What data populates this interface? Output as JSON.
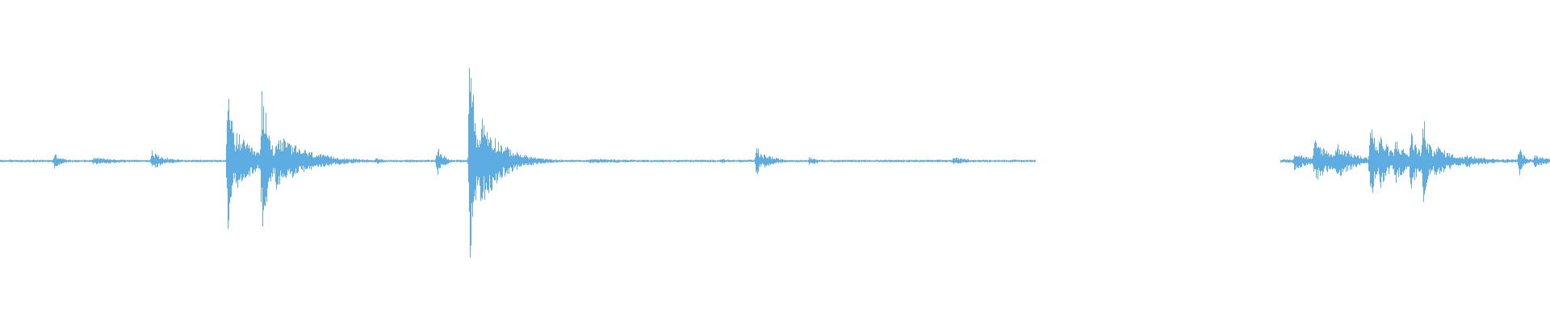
{
  "waveform": {
    "color": "#5dade2",
    "background": "#ffffff",
    "segments": [
      {
        "name": "audio-segment-1",
        "start": 0.0,
        "end": 0.668,
        "bursts": [
          {
            "t": 0.035,
            "amp": 0.05,
            "width": 0.005
          },
          {
            "t": 0.06,
            "amp": 0.025,
            "width": 0.02
          },
          {
            "t": 0.098,
            "amp": 0.07,
            "width": 0.006
          },
          {
            "t": 0.104,
            "amp": 0.03,
            "width": 0.01
          },
          {
            "t": 0.147,
            "amp": 0.48,
            "width": 0.004
          },
          {
            "t": 0.152,
            "amp": 0.2,
            "width": 0.012
          },
          {
            "t": 0.169,
            "amp": 0.55,
            "width": 0.004
          },
          {
            "t": 0.178,
            "amp": 0.18,
            "width": 0.02
          },
          {
            "t": 0.242,
            "amp": 0.02,
            "width": 0.008
          },
          {
            "t": 0.282,
            "amp": 0.1,
            "width": 0.004
          },
          {
            "t": 0.303,
            "amp": 0.9,
            "width": 0.003
          },
          {
            "t": 0.31,
            "amp": 0.3,
            "width": 0.014
          },
          {
            "t": 0.322,
            "amp": 0.06,
            "width": 0.02
          },
          {
            "t": 0.38,
            "amp": 0.015,
            "width": 0.05
          },
          {
            "t": 0.465,
            "amp": 0.02,
            "width": 0.004
          },
          {
            "t": 0.488,
            "amp": 0.11,
            "width": 0.003
          },
          {
            "t": 0.493,
            "amp": 0.05,
            "width": 0.008
          },
          {
            "t": 0.522,
            "amp": 0.03,
            "width": 0.006
          },
          {
            "t": 0.615,
            "amp": 0.025,
            "width": 0.012
          }
        ],
        "noise": 0.008
      },
      {
        "name": "audio-segment-2",
        "start": 0.826,
        "end": 1.0,
        "bursts": [
          {
            "t": 0.835,
            "amp": 0.06,
            "width": 0.01
          },
          {
            "t": 0.848,
            "amp": 0.14,
            "width": 0.012
          },
          {
            "t": 0.862,
            "amp": 0.12,
            "width": 0.012
          },
          {
            "t": 0.884,
            "amp": 0.3,
            "width": 0.004
          },
          {
            "t": 0.89,
            "amp": 0.18,
            "width": 0.008
          },
          {
            "t": 0.9,
            "amp": 0.15,
            "width": 0.008
          },
          {
            "t": 0.91,
            "amp": 0.2,
            "width": 0.006
          },
          {
            "t": 0.918,
            "amp": 0.3,
            "width": 0.004
          },
          {
            "t": 0.925,
            "amp": 0.12,
            "width": 0.012
          },
          {
            "t": 0.945,
            "amp": 0.05,
            "width": 0.015
          },
          {
            "t": 0.98,
            "amp": 0.1,
            "width": 0.003
          },
          {
            "t": 0.99,
            "amp": 0.04,
            "width": 0.01
          }
        ],
        "noise": 0.012
      }
    ]
  }
}
